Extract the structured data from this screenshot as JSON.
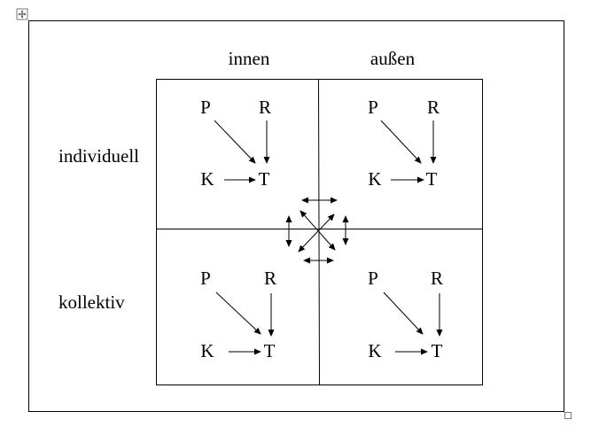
{
  "columns": [
    "innen",
    "außen"
  ],
  "rows": [
    "individuell",
    "kollektiv"
  ],
  "quadrant_symbols": {
    "p": "P",
    "r": "R",
    "k": "K",
    "t": "T"
  },
  "colors": {
    "ink": "#000000",
    "frame": "#000000",
    "background": "#ffffff"
  },
  "icons": {
    "move_handle": "move-handle-icon",
    "resize_handle": "resize-handle-icon"
  }
}
